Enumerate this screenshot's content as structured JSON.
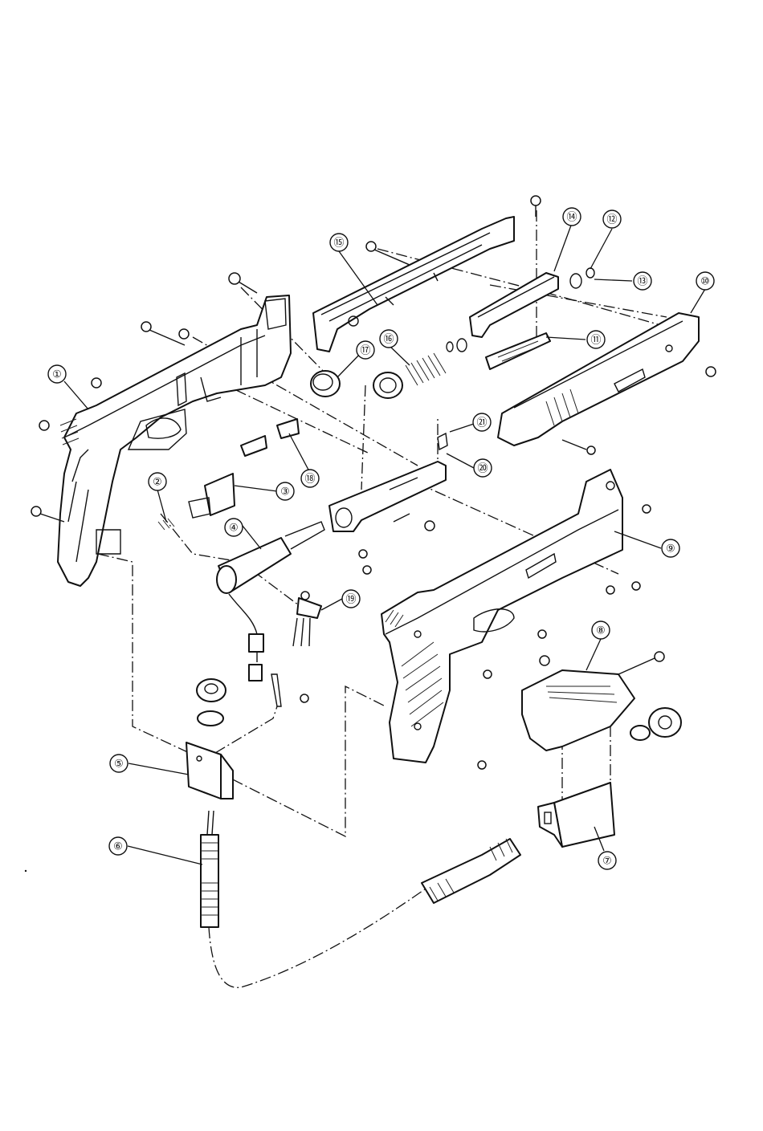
{
  "callouts": [
    {
      "id": "1",
      "label": "①"
    },
    {
      "id": "2",
      "label": "②"
    },
    {
      "id": "3",
      "label": "③"
    },
    {
      "id": "4",
      "label": "④"
    },
    {
      "id": "5",
      "label": "⑤"
    },
    {
      "id": "6",
      "label": "⑥"
    },
    {
      "id": "7",
      "label": "⑦"
    },
    {
      "id": "8",
      "label": "⑧"
    },
    {
      "id": "9",
      "label": "⑨"
    },
    {
      "id": "10",
      "label": "⑩"
    },
    {
      "id": "11",
      "label": "⑪"
    },
    {
      "id": "12",
      "label": "⑫"
    },
    {
      "id": "13",
      "label": "⑬"
    },
    {
      "id": "14",
      "label": "⑭"
    },
    {
      "id": "15",
      "label": "⑮"
    },
    {
      "id": "16",
      "label": "⑯"
    },
    {
      "id": "17",
      "label": "⑰"
    },
    {
      "id": "18",
      "label": "⑱"
    },
    {
      "id": "19",
      "label": "⑲"
    },
    {
      "id": "20",
      "label": "⑳"
    },
    {
      "id": "21",
      "label": "㉑"
    }
  ]
}
